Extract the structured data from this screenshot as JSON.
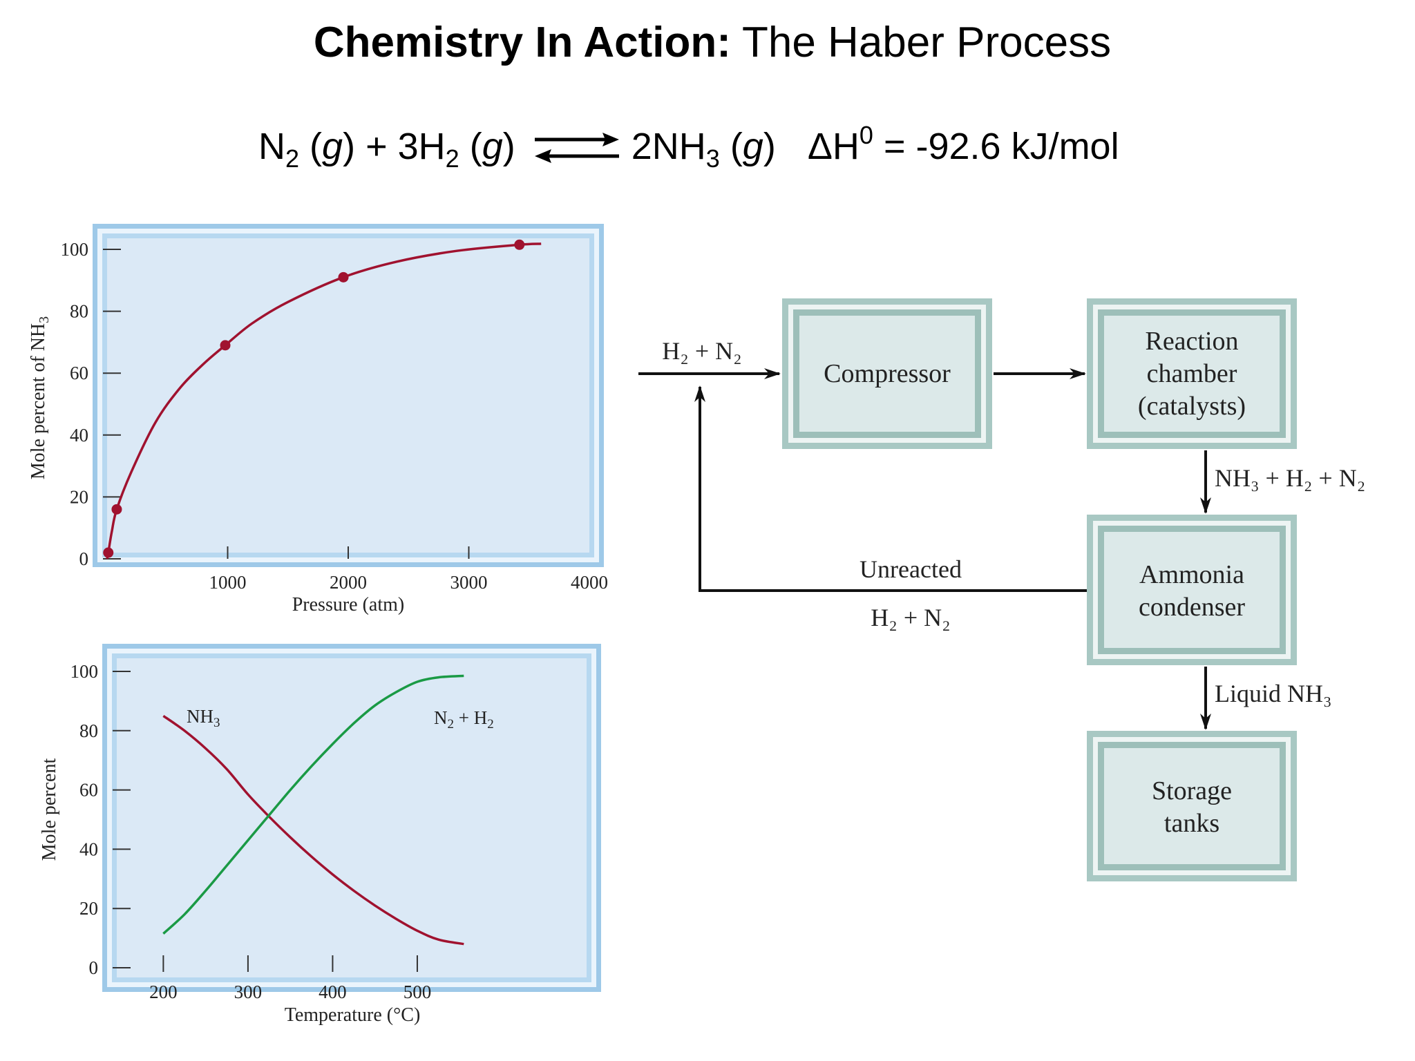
{
  "title": {
    "bold": "Chemistry In Action:",
    "rest": "The Haber Process"
  },
  "equation": {
    "n2": "N",
    "n2_sub": "2",
    "n2_state": "g",
    "plus": "+",
    "h2_coef": "3H",
    "h2_sub": "2",
    "h2_state": "g",
    "nh3": "2NH",
    "nh3_sub": "3",
    "nh3_state": "g",
    "delta_h": "ΔH",
    "delta_h_sup": "0",
    "delta_h_value": "= -92.6 kJ/mol",
    "paren_open": "(",
    "paren_close": ")"
  },
  "colors": {
    "panel_bg": "#dbe9f6",
    "panel_frame": "#9ec9e8",
    "nh3_curve": "#a0122f",
    "n2h2_curve": "#1a9a45",
    "box_fill": "#dce9e9",
    "box_frame": "#a8c8c3"
  },
  "chart_data": [
    {
      "type": "line",
      "xlabel": "Pressure (atm)",
      "ylabel": "Mole percent of NH₃",
      "ylabel_main": "Mole percent of NH",
      "ylabel_sub": "3",
      "xlim": [
        0,
        4000
      ],
      "ylim": [
        0,
        100
      ],
      "x_ticks": [
        1000,
        2000,
        3000,
        4000
      ],
      "y_ticks": [
        0,
        20,
        40,
        60,
        80,
        100
      ],
      "marker_points": [
        {
          "x": 10,
          "y": 2
        },
        {
          "x": 80,
          "y": 16
        },
        {
          "x": 980,
          "y": 69
        },
        {
          "x": 1960,
          "y": 91
        },
        {
          "x": 3420,
          "y": 101.5
        }
      ],
      "curve_points": [
        {
          "x": 0,
          "y": 0
        },
        {
          "x": 10,
          "y": 2
        },
        {
          "x": 40,
          "y": 9
        },
        {
          "x": 80,
          "y": 16
        },
        {
          "x": 200,
          "y": 28
        },
        {
          "x": 400,
          "y": 44
        },
        {
          "x": 600,
          "y": 55
        },
        {
          "x": 800,
          "y": 63
        },
        {
          "x": 980,
          "y": 69
        },
        {
          "x": 1200,
          "y": 76
        },
        {
          "x": 1500,
          "y": 83
        },
        {
          "x": 1960,
          "y": 91
        },
        {
          "x": 2400,
          "y": 96
        },
        {
          "x": 2900,
          "y": 99.5
        },
        {
          "x": 3420,
          "y": 101.5
        },
        {
          "x": 3600,
          "y": 101.8
        }
      ],
      "grid": false
    },
    {
      "type": "line",
      "xlabel": "Temperature (°C)",
      "ylabel": "Mole percent",
      "xlim": [
        145,
        700
      ],
      "ylim": [
        0,
        100
      ],
      "x_ticks": [
        200,
        300,
        400,
        500
      ],
      "y_ticks": [
        0,
        20,
        40,
        60,
        80,
        100
      ],
      "series": [
        {
          "name": "NH₃",
          "label_main": "NH",
          "label_sub": "3",
          "x": [
            200,
            225,
            250,
            275,
            300,
            325,
            350,
            375,
            400,
            425,
            450,
            475,
            500,
            525,
            555
          ],
          "y": [
            85,
            80,
            74,
            67,
            58.5,
            51,
            44,
            37.5,
            31.5,
            26,
            21,
            16.5,
            12.5,
            9.5,
            8
          ]
        },
        {
          "name": "N₂ + H₂",
          "label_a": "N",
          "label_a_sub": "2",
          "label_mid": " + H",
          "label_b_sub": "2",
          "x": [
            200,
            225,
            250,
            275,
            300,
            325,
            350,
            375,
            400,
            425,
            450,
            475,
            500,
            525,
            555
          ],
          "y": [
            11.5,
            18,
            26,
            34.5,
            43,
            51.5,
            60,
            68,
            75.5,
            82.5,
            88.5,
            93,
            96.5,
            98,
            98.5
          ]
        }
      ],
      "grid": false
    }
  ],
  "flowchart": {
    "boxes": {
      "compressor": [
        "Compressor"
      ],
      "reaction": [
        "Reaction",
        "chamber",
        "(catalysts)"
      ],
      "condenser": [
        "Ammonia",
        "condenser"
      ],
      "storage": [
        "Storage",
        "tanks"
      ]
    },
    "labels": {
      "h2n2_in": "H₂ + N₂",
      "nh3_h2_n2": "NH₃ + H₂ + N₂",
      "unreacted": "Unreacted",
      "unreacted_gas": "H₂ + N₂",
      "liquid_nh3": "Liquid NH₃"
    }
  }
}
